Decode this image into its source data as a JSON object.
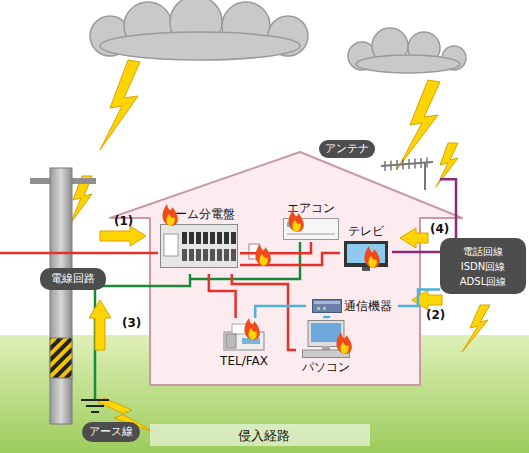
{
  "diagram": {
    "nodes": [
      {
        "text": [
          "電線回路"
        ]
      },
      {
        "text": [
          "ホーム分電盤"
        ]
      },
      {
        "text": [
          "エアコン"
        ]
      },
      {
        "text": [
          "アンテナ"
        ]
      },
      {
        "text": [
          "テレビ"
        ]
      },
      {
        "text": [
          "電話回線",
          "ISDN回線",
          "ADSL回線"
        ]
      },
      {
        "text": [
          "通信機器"
        ]
      },
      {
        "text": [
          "TEL/FAX"
        ]
      },
      {
        "text": [
          "パソコン"
        ]
      },
      {
        "text": [
          "アース線"
        ]
      }
    ],
    "edges": [
      {
        "from": 1,
        "to": 2,
        "arrow": "none"
      },
      {
        "from": 1,
        "to": 4,
        "arrow": "none"
      },
      {
        "from": 1,
        "to": 7,
        "arrow": "none"
      },
      {
        "from": 1,
        "to": 8,
        "arrow": "none"
      },
      {
        "from": 6,
        "to": 7,
        "arrow": "none"
      },
      {
        "from": 6,
        "to": 8,
        "arrow": "none"
      },
      {
        "from": 3,
        "to": 4,
        "arrow": "none"
      },
      {
        "from": 5,
        "to": 6,
        "arrow": "none"
      }
    ],
    "labels": [
      "(1)",
      "(2)",
      "(3)",
      "(4)",
      "侵入経路"
    ]
  }
}
